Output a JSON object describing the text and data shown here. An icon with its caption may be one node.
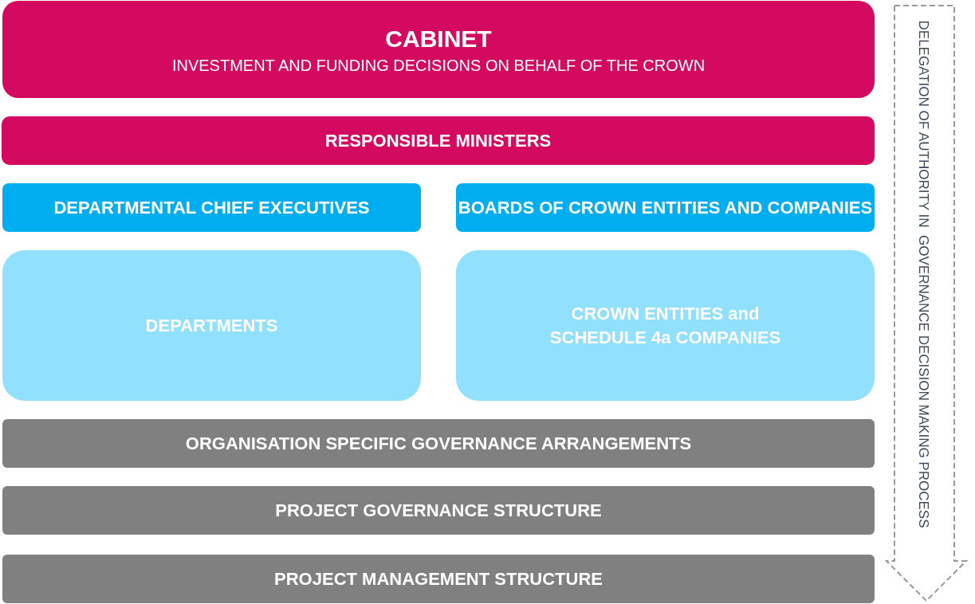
{
  "diagram": {
    "nodes": [
      {
        "text": [
          "CABINET",
          "INVESTMENT AND FUNDING DECISIONS ON BEHALF OF THE CROWN"
        ]
      },
      {
        "text": [
          "RESPONSIBLE MINISTERS"
        ]
      },
      {
        "text": [
          "DEPARTMENTAL CHIEF EXECUTIVES"
        ]
      },
      {
        "text": [
          "BOARDS OF CROWN ENTITIES AND COMPANIES"
        ]
      },
      {
        "text": [
          "DEPARTMENTS"
        ]
      },
      {
        "text": [
          "CROWN ENTITIES and SCHEDULE 4a COMPANIES"
        ]
      },
      {
        "text": [
          "ORGANISATION SPECIFIC GOVERNANCE ARRANGEMENTS"
        ]
      },
      {
        "text": [
          "PROJECT GOVERNANCE STRUCTURE"
        ]
      },
      {
        "text": [
          "PROJECT MANAGEMENT STRUCTURE"
        ]
      },
      {
        "text": [
          "DELEGATION OF AUTHORITY IN  GOVERNANCE DECISION MAKING PROCESS"
        ]
      }
    ]
  }
}
